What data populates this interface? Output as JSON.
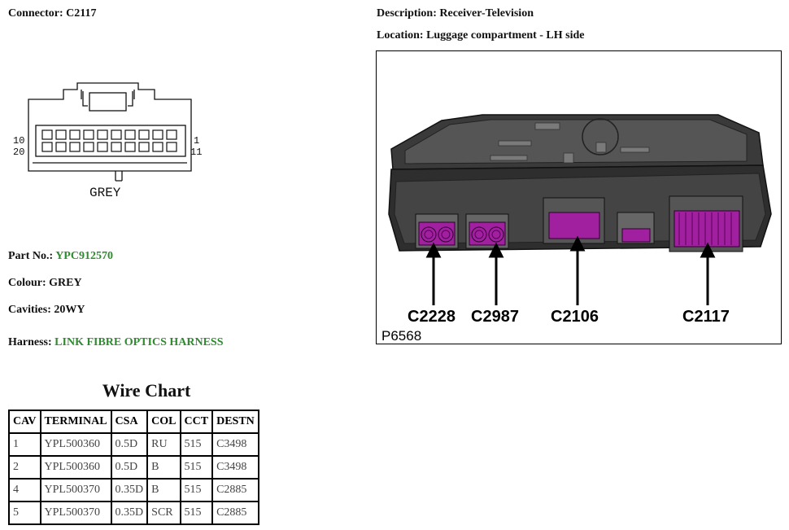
{
  "header": {
    "connector_label": "Connector:",
    "connector_value": "C2117",
    "description_label": "Description:",
    "description_value": "Receiver-Television",
    "location_label": "Location:",
    "location_value": "Luggage compartment - LH side"
  },
  "connector_face": {
    "pin_top_left": "10",
    "pin_bottom_left": "20",
    "pin_top_right": "1",
    "pin_bottom_right": "11",
    "color_text": "GREY",
    "housing_color": "#111111"
  },
  "details": {
    "part_label": "Part No.:",
    "part_value": "YPC912570",
    "colour_label": "Colour:",
    "colour_value": "GREY",
    "cavities_label": "Cavities:",
    "cavities_value": "20WY",
    "harness_label": "Harness:",
    "harness_value": "LINK FIBRE OPTICS HARNESS",
    "link_color": "#2e8b2e"
  },
  "photo": {
    "callouts": [
      "C2228",
      "C2987",
      "C2106",
      "C2117"
    ],
    "code": "P6568",
    "highlight_color": "#a020a0"
  },
  "wire_chart": {
    "title": "Wire Chart",
    "columns": [
      "CAV",
      "TERMINAL",
      "CSA",
      "COL",
      "CCT",
      "DESTN"
    ],
    "rows": [
      [
        "1",
        "YPL500360",
        "0.5D",
        "RU",
        "515",
        "C3498"
      ],
      [
        "2",
        "YPL500360",
        "0.5D",
        "B",
        "515",
        "C3498"
      ],
      [
        "4",
        "YPL500370",
        "0.35D",
        "B",
        "515",
        "C2885"
      ],
      [
        "5",
        "YPL500370",
        "0.35D",
        "SCR",
        "515",
        "C2885"
      ]
    ]
  }
}
